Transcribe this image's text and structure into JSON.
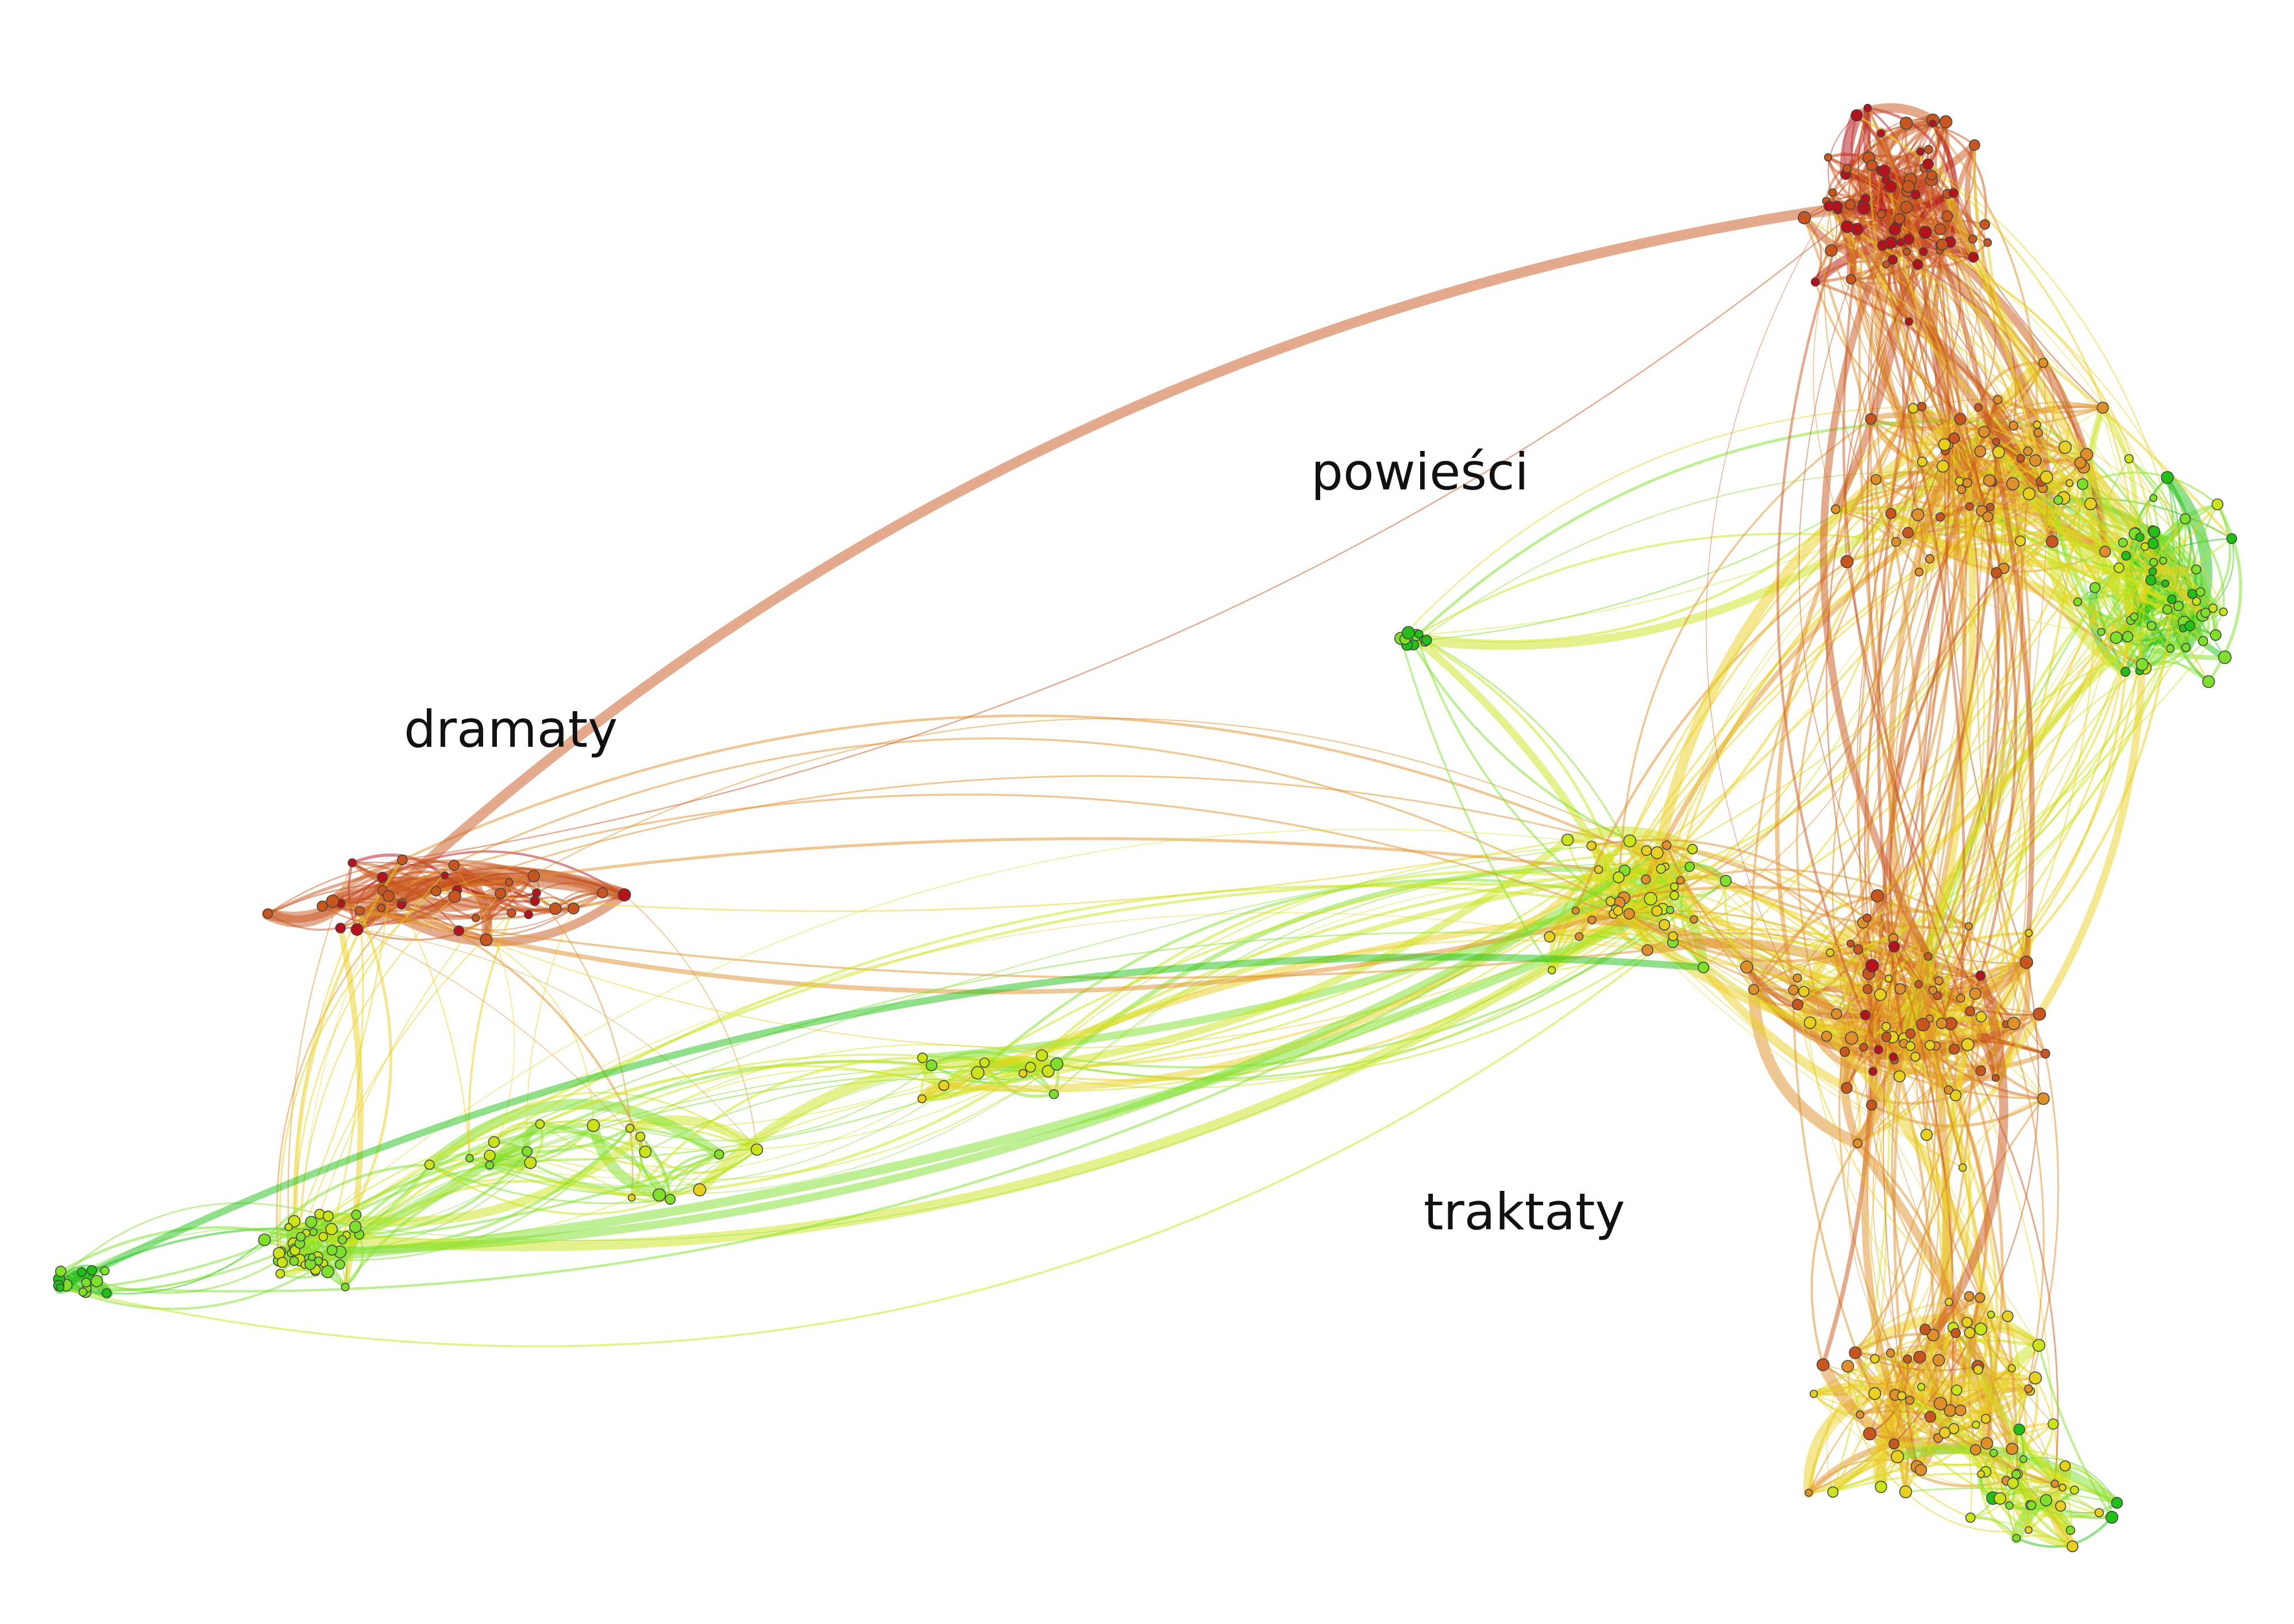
{
  "diagram": {
    "type": "network-graph",
    "labels": {
      "dramas": "dramaty",
      "novels": "powieści",
      "treatises": "traktaty"
    },
    "color_scale": [
      "#b5121b",
      "#c8561e",
      "#e0902a",
      "#e9cf20",
      "#cbe41a",
      "#7fe02c",
      "#22c016"
    ],
    "edge_opacity": 0.5,
    "node_outline": "#444444"
  }
}
